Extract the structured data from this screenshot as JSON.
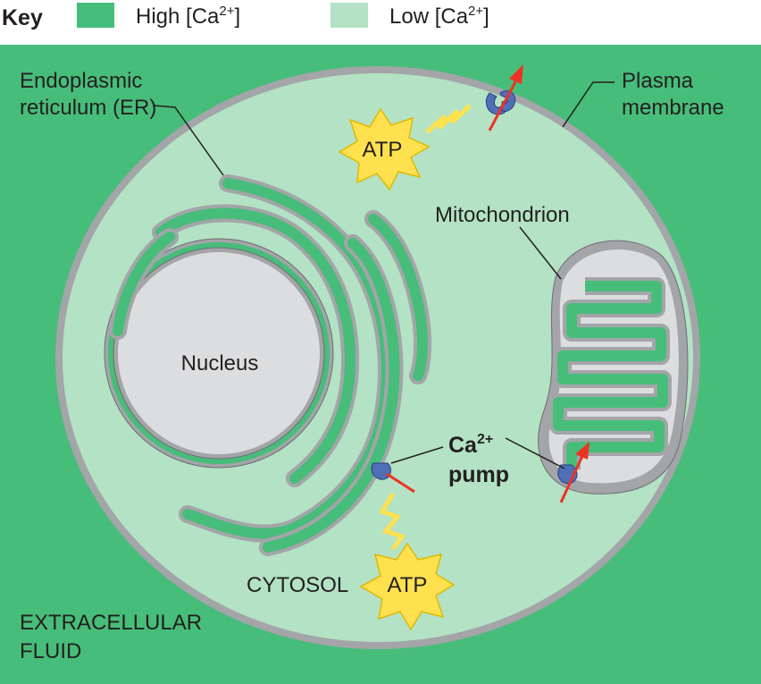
{
  "colors": {
    "high": "#47bd7a",
    "low": "#b3e2c5",
    "membrane": "#a3a5a8",
    "membrane_outline": "#6d6e71",
    "nucleus": "#dcdddf",
    "pump": "#4f6fb6",
    "arrow": "#ee3224",
    "atp": "#ffe14f"
  },
  "key": {
    "title": "Key",
    "high_label": "High [Ca",
    "high_sup": "2+",
    "high_close": "]",
    "low_label": "Low [Ca",
    "low_sup": "2+",
    "low_close": "]"
  },
  "labels": {
    "er_line1": "Endoplasmic",
    "er_line2": "reticulum (ER)",
    "plasma_line1": "Plasma",
    "plasma_line2": "membrane",
    "mitochondrion": "Mitochondrion",
    "nucleus": "Nucleus",
    "ca_pump_ca": "Ca",
    "ca_pump_sup": "2+",
    "ca_pump_word": "pump",
    "cytosol": "CYTOSOL",
    "extracellular_line1": "EXTRACELLULAR",
    "extracellular_line2": "FLUID",
    "atp_top": "ATP",
    "atp_bottom": "ATP"
  },
  "icons": [
    "atp-burst-icon",
    "lightning-bolt-icon",
    "calcium-pump-icon",
    "transport-arrow-icon"
  ]
}
